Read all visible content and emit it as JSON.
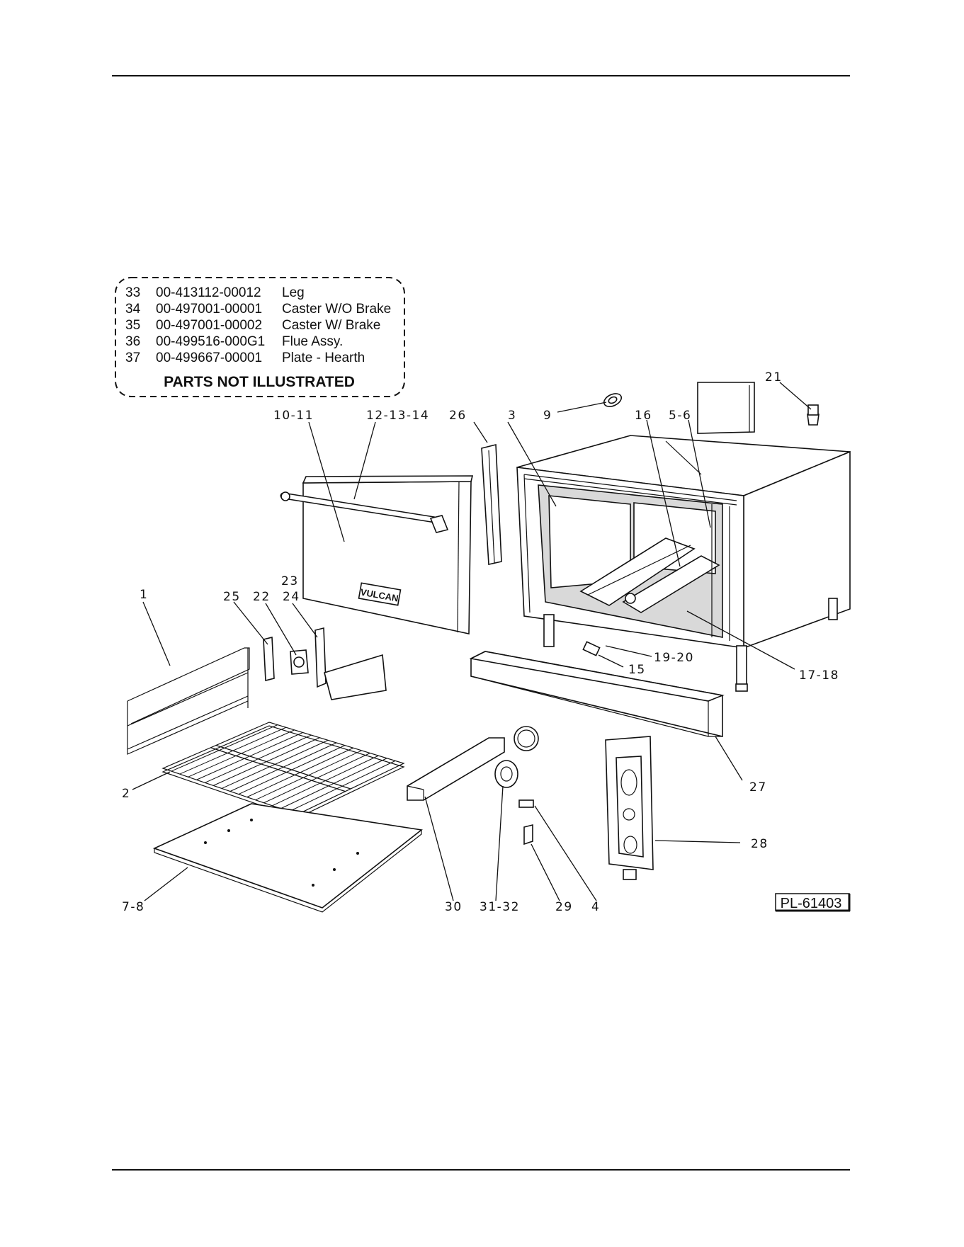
{
  "parts_not_illustrated": {
    "title": "PARTS NOT ILLUSTRATED",
    "rows": [
      {
        "item": "33",
        "part_no": "00-413112-00012",
        "description": "Leg"
      },
      {
        "item": "34",
        "part_no": "00-497001-00001",
        "description": "Caster W/O Brake"
      },
      {
        "item": "35",
        "part_no": "00-497001-00002",
        "description": "Caster W/ Brake"
      },
      {
        "item": "36",
        "part_no": "00-499516-000G1",
        "description": "Flue Assy."
      },
      {
        "item": "37",
        "part_no": "00-499667-00001",
        "description": "Plate - Hearth"
      }
    ]
  },
  "door_brand": "VULCAN",
  "drawing_number": "PL-61403",
  "callouts": {
    "c1": "1",
    "c2": "2",
    "c3": "3",
    "c4": "4",
    "c5_6": "5-6",
    "c7_8": "7-8",
    "c9": "9",
    "c10_11": "10-11",
    "c12_13_14": "12-13-14",
    "c15": "15",
    "c16": "16",
    "c17_18": "17-18",
    "c19_20": "19-20",
    "c21": "21",
    "c22": "22",
    "c23": "23",
    "c24": "24",
    "c25": "25",
    "c26": "26",
    "c27": "27",
    "c28": "28",
    "c29": "29",
    "c30": "30",
    "c31_32": "31-32"
  }
}
